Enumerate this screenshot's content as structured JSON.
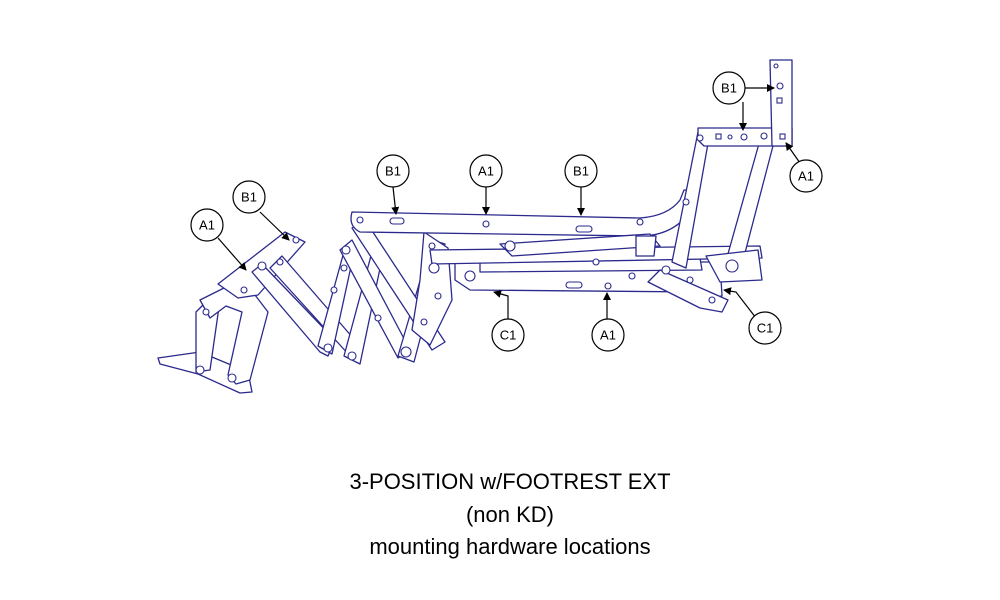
{
  "caption": {
    "line1": "3-POSITION w/FOOTREST EXT",
    "line2": "(non KD)",
    "line3": "mounting hardware locations"
  },
  "callouts": {
    "a1_left": "A1",
    "b1_left": "B1",
    "b1_top_left": "B1",
    "a1_top_mid": "A1",
    "b1_top_right": "B1",
    "b1_back": "B1",
    "a1_back": "A1",
    "c1_left": "C1",
    "a1_bottom": "A1",
    "c1_right": "C1"
  }
}
